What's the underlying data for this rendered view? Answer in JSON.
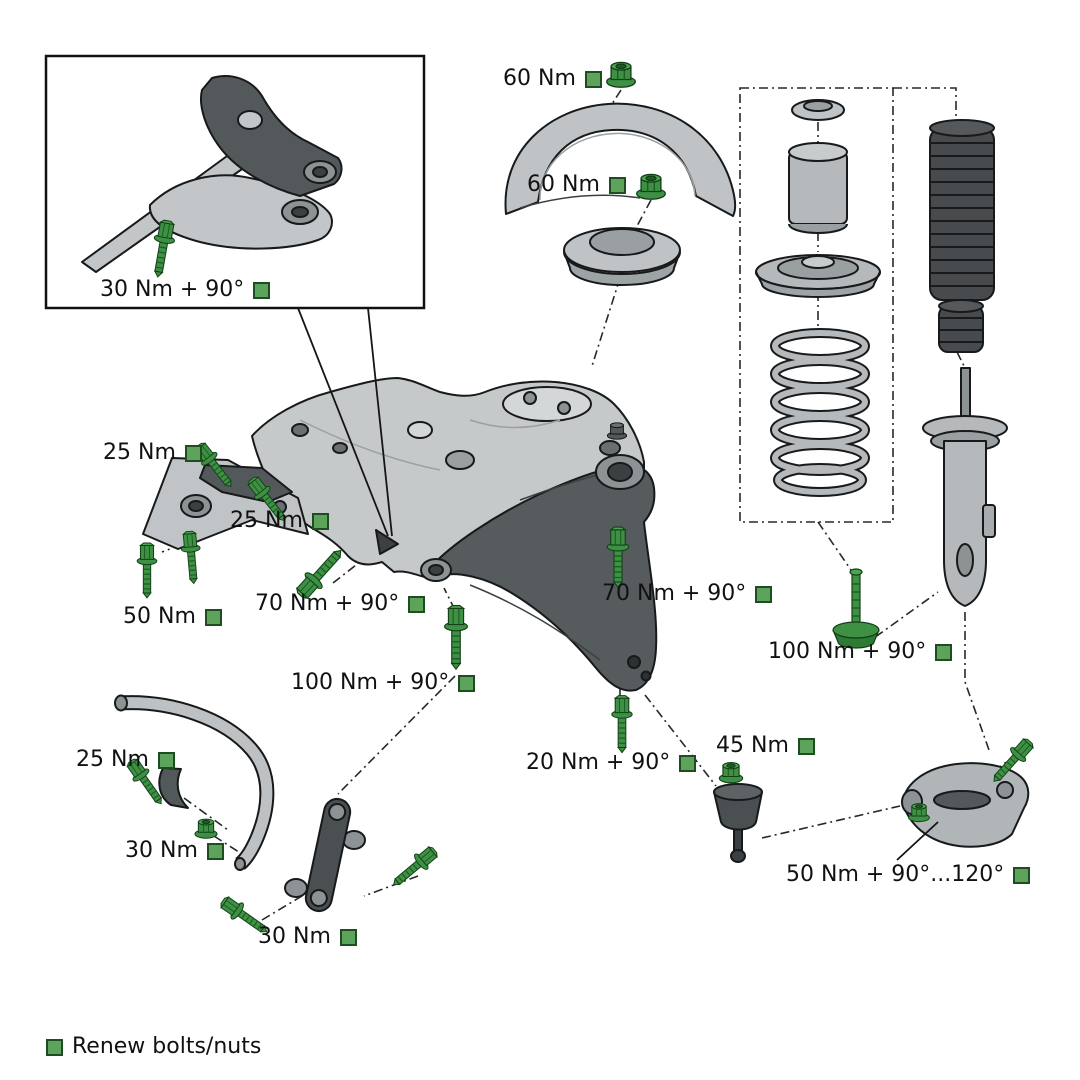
{
  "legend": {
    "text": "Renew bolts/nuts"
  },
  "labels": [
    {
      "text": "30 Nm + 90°"
    },
    {
      "text": "60 Nm"
    },
    {
      "text": "60 Nm"
    },
    {
      "text": "25 Nm"
    },
    {
      "text": "25 Nm"
    },
    {
      "text": "50 Nm"
    },
    {
      "text": "70 Nm + 90°"
    },
    {
      "text": "100 Nm + 90°"
    },
    {
      "text": "70 Nm + 90°"
    },
    {
      "text": "100 Nm + 90°"
    },
    {
      "text": "20 Nm + 90°"
    },
    {
      "text": "45 Nm"
    },
    {
      "text": "25 Nm"
    },
    {
      "text": "30 Nm"
    },
    {
      "text": "30 Nm"
    },
    {
      "text": "50 Nm + 90°...120°"
    }
  ],
  "colors": {
    "renew_green": "#3e9144",
    "marker_fill": "#5da35b",
    "marker_border": "#1d4d20",
    "part_light_gray": "#c6c9ca",
    "part_dark_gray": "#54595c",
    "line": "#1a1a1a",
    "background": "#ffffff"
  }
}
